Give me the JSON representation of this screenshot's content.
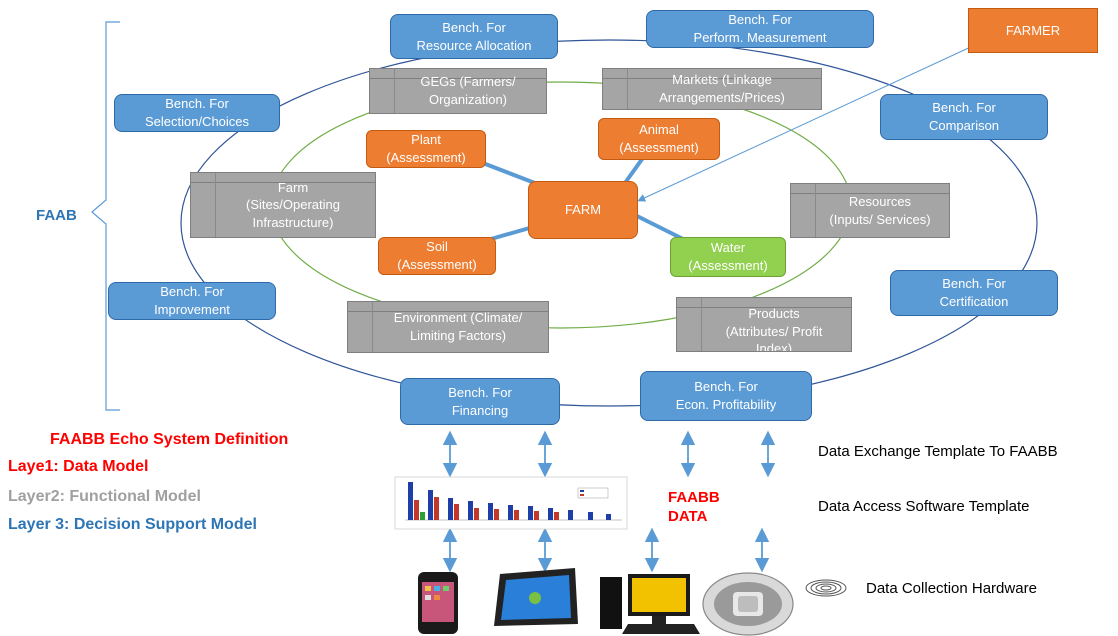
{
  "farmer": "FARMER",
  "farm": "FARM",
  "faab": "FAAB",
  "bench": {
    "resource": "Bench. For\nResource Allocation",
    "perform": "Bench. For\nPerform. Measurement",
    "selection": "Bench. For\nSelection/Choices",
    "comparison": "Bench. For\nComparison",
    "improvement": "Bench. For\nImprovement",
    "certification": "Bench. For\nCertification",
    "financing": "Bench. For\nFinancing",
    "econ": "Bench. For\nEcon. Profitability"
  },
  "gray": {
    "gegs": "GEGs (Farmers/\nOrganization)",
    "markets": "Markets (Linkage\nArrangements/Prices)",
    "farm": "Farm\n(Sites/Operating\nInfrastructure)",
    "resources": "Resources\n(Inputs/ Services)",
    "environment": "Environment (Climate/\nLimiting Factors)",
    "products": "Products\n(Attributes/ Profit\nIndex)"
  },
  "assessment": {
    "plant": "Plant\n(Assessment)",
    "animal": "Animal\n(Assessment)",
    "soil": "Soil\n(Assessment)",
    "water": "Water\n(Assessment)"
  },
  "legend": {
    "title": "FAABB Echo System Definition",
    "layer1": "Laye1: Data Model",
    "layer2": "Layer2: Functional Model",
    "layer3": "Layer 3: Decision Support Model"
  },
  "faabb_data": "FAABB\nDATA",
  "labels": {
    "exchange": "Data Exchange Template To FAABB",
    "access": "Data Access Software Template",
    "collection": "Data Collection Hardware"
  },
  "colors": {
    "blue": "#5b9bd5",
    "orange": "#ed7d31",
    "green": "#92d050",
    "gray": "#a5a5a5",
    "red": "#ff0000",
    "legendBlue": "#2e75b6"
  }
}
